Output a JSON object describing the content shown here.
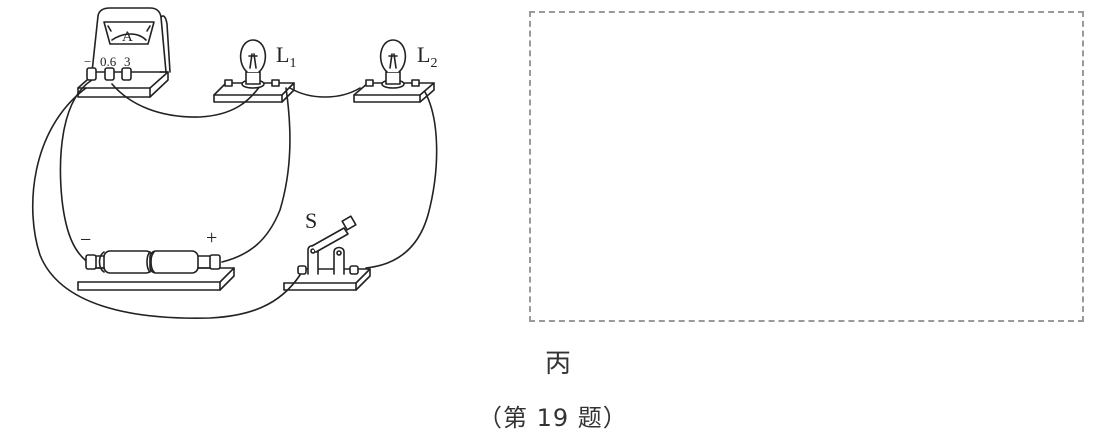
{
  "figure": {
    "sub_label": "丙",
    "question_label": "（第 19 题）"
  },
  "ammeter": {
    "dial_symbol": "A",
    "terminals": [
      "−",
      "0.6",
      "3"
    ]
  },
  "lamps": [
    {
      "name": "L",
      "subscript": "1"
    },
    {
      "name": "L",
      "subscript": "2"
    }
  ],
  "battery": {
    "negative_label": "−",
    "positive_label": "+"
  },
  "switch": {
    "label": "S"
  },
  "answer_box": {
    "style": "dashed",
    "content": ""
  },
  "colors": {
    "line": "#222222",
    "dashed_border": "#9a9a9a",
    "background": "#ffffff"
  }
}
